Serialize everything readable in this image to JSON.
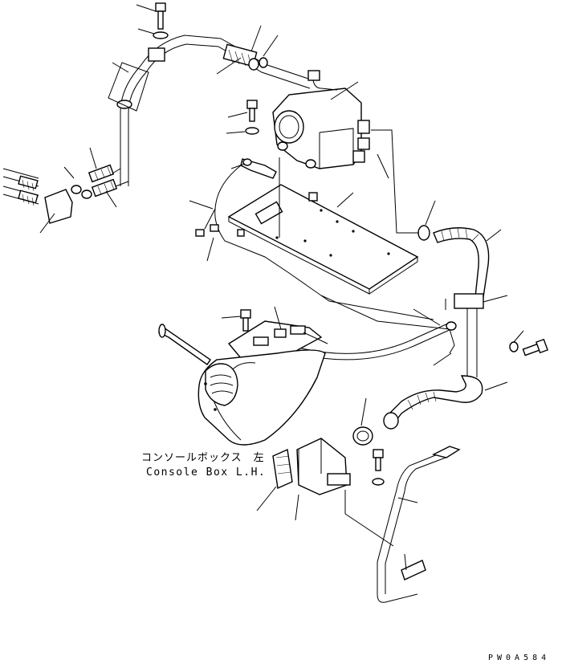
{
  "drawing": {
    "caption_jp": "コンソールボックス　左",
    "caption_en": "Console Box L.H.",
    "drawing_code": "PW0A584"
  }
}
